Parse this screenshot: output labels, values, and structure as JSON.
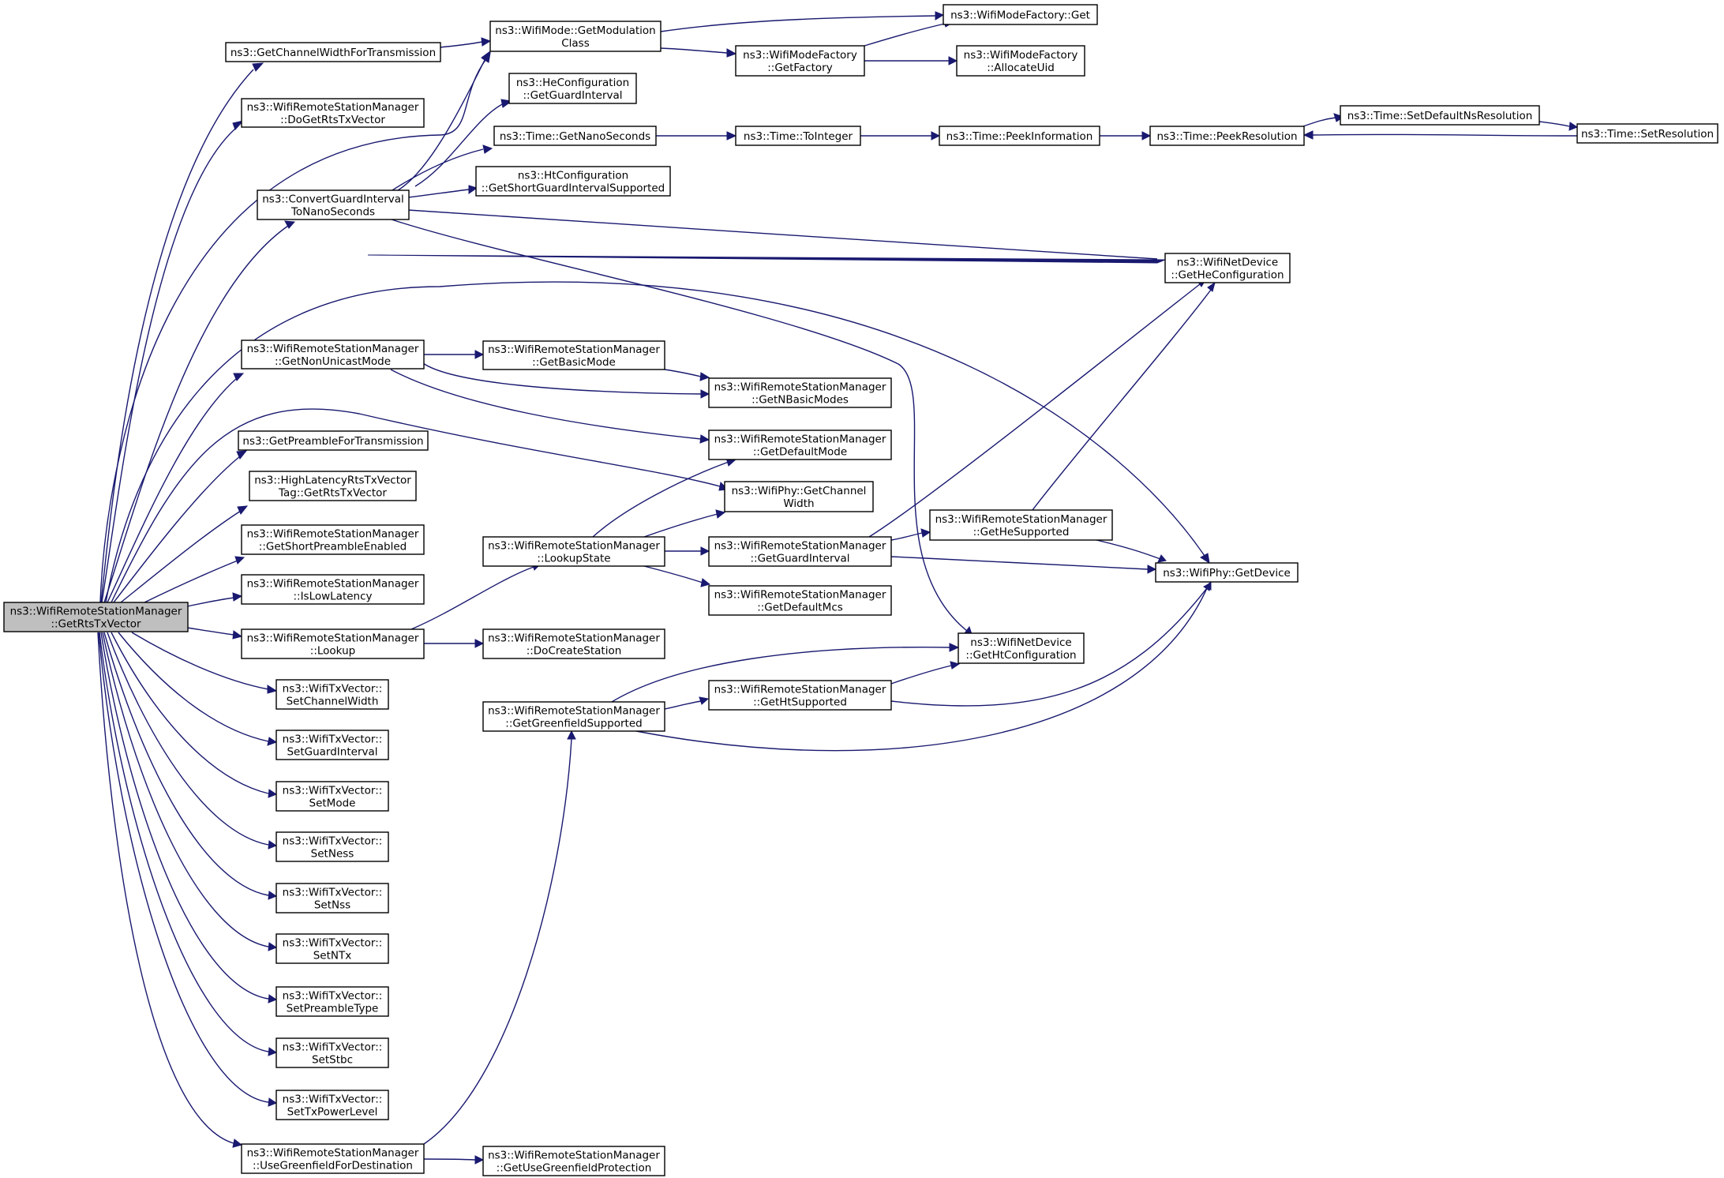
{
  "diagram": {
    "root_id": "getrtstxvector",
    "nodes": [
      {
        "id": "getrtstxvector",
        "lines": [
          "ns3::WifiRemoteStationManager",
          "::GetRtsTxVector"
        ]
      },
      {
        "id": "getchannelwidthfortransmission",
        "lines": [
          "ns3::GetChannelWidthForTransmission"
        ]
      },
      {
        "id": "dogetrtstxvector",
        "lines": [
          "ns3::WifiRemoteStationManager",
          "::DoGetRtsTxVector"
        ]
      },
      {
        "id": "convertguardintervaltonanoseconds",
        "lines": [
          "ns3::ConvertGuardInterval",
          "ToNanoSeconds"
        ]
      },
      {
        "id": "getnonunicastmode",
        "lines": [
          "ns3::WifiRemoteStationManager",
          "::GetNonUnicastMode"
        ]
      },
      {
        "id": "getpreamblefortransmission",
        "lines": [
          "ns3::GetPreambleForTransmission"
        ]
      },
      {
        "id": "highlatencyrtstxvectortag-getrtstxvector",
        "lines": [
          "ns3::HighLatencyRtsTxVector",
          "Tag::GetRtsTxVector"
        ]
      },
      {
        "id": "getshortpreambleenabled",
        "lines": [
          "ns3::WifiRemoteStationManager",
          "::GetShortPreambleEnabled"
        ]
      },
      {
        "id": "islowlatency",
        "lines": [
          "ns3::WifiRemoteStationManager",
          "::IsLowLatency"
        ]
      },
      {
        "id": "lookup",
        "lines": [
          "ns3::WifiRemoteStationManager",
          "::Lookup"
        ]
      },
      {
        "id": "setchannelwidth",
        "lines": [
          "ns3::WifiTxVector::",
          "SetChannelWidth"
        ]
      },
      {
        "id": "setguardinterval",
        "lines": [
          "ns3::WifiTxVector::",
          "SetGuardInterval"
        ]
      },
      {
        "id": "setmode",
        "lines": [
          "ns3::WifiTxVector::",
          "SetMode"
        ]
      },
      {
        "id": "setness",
        "lines": [
          "ns3::WifiTxVector::",
          "SetNess"
        ]
      },
      {
        "id": "setnss",
        "lines": [
          "ns3::WifiTxVector::",
          "SetNss"
        ]
      },
      {
        "id": "setntx",
        "lines": [
          "ns3::WifiTxVector::",
          "SetNTx"
        ]
      },
      {
        "id": "setpreambletype",
        "lines": [
          "ns3::WifiTxVector::",
          "SetPreambleType"
        ]
      },
      {
        "id": "setstbc",
        "lines": [
          "ns3::WifiTxVector::",
          "SetStbc"
        ]
      },
      {
        "id": "settxpowerlevel",
        "lines": [
          "ns3::WifiTxVector::",
          "SetTxPowerLevel"
        ]
      },
      {
        "id": "usegreenfieldfordestination",
        "lines": [
          "ns3::WifiRemoteStationManager",
          "::UseGreenfieldForDestination"
        ]
      },
      {
        "id": "getmodulationclass",
        "lines": [
          "ns3::WifiMode::GetModulation",
          "Class"
        ]
      },
      {
        "id": "heconfiguration-getguardinterval",
        "lines": [
          "ns3::HeConfiguration",
          "::GetGuardInterval"
        ]
      },
      {
        "id": "getnanoseconds",
        "lines": [
          "ns3::Time::GetNanoSeconds"
        ]
      },
      {
        "id": "getshortguardintervalsupported",
        "lines": [
          "ns3::HtConfiguration",
          "::GetShortGuardIntervalSupported"
        ]
      },
      {
        "id": "getbasicmode",
        "lines": [
          "ns3::WifiRemoteStationManager",
          "::GetBasicMode"
        ]
      },
      {
        "id": "lookupstate",
        "lines": [
          "ns3::WifiRemoteStationManager",
          "::LookupState"
        ]
      },
      {
        "id": "docreatestation",
        "lines": [
          "ns3::WifiRemoteStationManager",
          "::DoCreateStation"
        ]
      },
      {
        "id": "getgreenfieldsupported",
        "lines": [
          "ns3::WifiRemoteStationManager",
          "::GetGreenfieldSupported"
        ]
      },
      {
        "id": "getusegreenfieldprotection",
        "lines": [
          "ns3::WifiRemoteStationManager",
          "::GetUseGreenfieldProtection"
        ]
      },
      {
        "id": "wifimodefactory-getfactory",
        "lines": [
          "ns3::WifiModeFactory",
          "::GetFactory"
        ]
      },
      {
        "id": "time-tointeger",
        "lines": [
          "ns3::Time::ToInteger"
        ]
      },
      {
        "id": "getnbasicmodes",
        "lines": [
          "ns3::WifiRemoteStationManager",
          "::GetNBasicModes"
        ]
      },
      {
        "id": "getdefaultmode",
        "lines": [
          "ns3::WifiRemoteStationManager",
          "::GetDefaultMode"
        ]
      },
      {
        "id": "wifiphy-getchannelwidth",
        "lines": [
          "ns3::WifiPhy::GetChannel",
          "Width"
        ]
      },
      {
        "id": "wrsm-getguardinterval",
        "lines": [
          "ns3::WifiRemoteStationManager",
          "::GetGuardInterval"
        ]
      },
      {
        "id": "getdefaultmcs",
        "lines": [
          "ns3::WifiRemoteStationManager",
          "::GetDefaultMcs"
        ]
      },
      {
        "id": "gethtsupported",
        "lines": [
          "ns3::WifiRemoteStationManager",
          "::GetHtSupported"
        ]
      },
      {
        "id": "wifimodefactory-get",
        "lines": [
          "ns3::WifiModeFactory::Get"
        ]
      },
      {
        "id": "wifimodefactory-allocateuid",
        "lines": [
          "ns3::WifiModeFactory",
          "::AllocateUid"
        ]
      },
      {
        "id": "time-peekinformation",
        "lines": [
          "ns3::Time::PeekInformation"
        ]
      },
      {
        "id": "gethesupported",
        "lines": [
          "ns3::WifiRemoteStationManager",
          "::GetHeSupported"
        ]
      },
      {
        "id": "gethtconfiguration",
        "lines": [
          "ns3::WifiNetDevice",
          "::GetHtConfiguration"
        ]
      },
      {
        "id": "time-peekresolution",
        "lines": [
          "ns3::Time::PeekResolution"
        ]
      },
      {
        "id": "getheconfiguration",
        "lines": [
          "ns3::WifiNetDevice",
          "::GetHeConfiguration"
        ]
      },
      {
        "id": "wifiphy-getdevice",
        "lines": [
          "ns3::WifiPhy::GetDevice"
        ]
      },
      {
        "id": "time-setdefaultnsresolution",
        "lines": [
          "ns3::Time::SetDefaultNsResolution"
        ]
      },
      {
        "id": "time-setresolution",
        "lines": [
          "ns3::Time::SetResolution"
        ]
      }
    ],
    "edges": [
      {
        "from": "getrtstxvector",
        "to": "getchannelwidthfortransmission"
      },
      {
        "from": "getrtstxvector",
        "to": "dogetrtstxvector"
      },
      {
        "from": "getrtstxvector",
        "to": "convertguardintervaltonanoseconds"
      },
      {
        "from": "getrtstxvector",
        "to": "getnonunicastmode"
      },
      {
        "from": "getrtstxvector",
        "to": "getpreamblefortransmission"
      },
      {
        "from": "getrtstxvector",
        "to": "highlatencyrtstxvectortag-getrtstxvector"
      },
      {
        "from": "getrtstxvector",
        "to": "getshortpreambleenabled"
      },
      {
        "from": "getrtstxvector",
        "to": "islowlatency"
      },
      {
        "from": "getrtstxvector",
        "to": "lookup"
      },
      {
        "from": "getrtstxvector",
        "to": "setchannelwidth"
      },
      {
        "from": "getrtstxvector",
        "to": "setguardinterval"
      },
      {
        "from": "getrtstxvector",
        "to": "setmode"
      },
      {
        "from": "getrtstxvector",
        "to": "setness"
      },
      {
        "from": "getrtstxvector",
        "to": "setnss"
      },
      {
        "from": "getrtstxvector",
        "to": "setntx"
      },
      {
        "from": "getrtstxvector",
        "to": "setpreambletype"
      },
      {
        "from": "getrtstxvector",
        "to": "setstbc"
      },
      {
        "from": "getrtstxvector",
        "to": "settxpowerlevel"
      },
      {
        "from": "getrtstxvector",
        "to": "usegreenfieldfordestination"
      },
      {
        "from": "getrtstxvector",
        "to": "getmodulationclass"
      },
      {
        "from": "getrtstxvector",
        "to": "wifiphy-getdevice"
      },
      {
        "from": "getrtstxvector",
        "to": "wifiphy-getchannelwidth"
      },
      {
        "from": "getchannelwidthfortransmission",
        "to": "getmodulationclass"
      },
      {
        "from": "convertguardintervaltonanoseconds",
        "to": "getmodulationclass"
      },
      {
        "from": "convertguardintervaltonanoseconds",
        "to": "heconfiguration-getguardinterval"
      },
      {
        "from": "convertguardintervaltonanoseconds",
        "to": "getnanoseconds"
      },
      {
        "from": "convertguardintervaltonanoseconds",
        "to": "getshortguardintervalsupported"
      },
      {
        "from": "convertguardintervaltonanoseconds",
        "to": "getheconfiguration"
      },
      {
        "from": "convertguardintervaltonanoseconds",
        "to": "gethtconfiguration"
      },
      {
        "from": "getnonunicastmode",
        "to": "getbasicmode"
      },
      {
        "from": "getnonunicastmode",
        "to": "getnbasicmodes"
      },
      {
        "from": "getnonunicastmode",
        "to": "getdefaultmode"
      },
      {
        "from": "lookup",
        "to": "lookupstate"
      },
      {
        "from": "lookup",
        "to": "docreatestation"
      },
      {
        "from": "usegreenfieldfordestination",
        "to": "getgreenfieldsupported"
      },
      {
        "from": "usegreenfieldfordestination",
        "to": "getusegreenfieldprotection"
      },
      {
        "from": "getmodulationclass",
        "to": "wifimodefactory-get"
      },
      {
        "from": "getmodulationclass",
        "to": "wifimodefactory-getfactory"
      },
      {
        "from": "wifimodefactory-getfactory",
        "to": "wifimodefactory-get"
      },
      {
        "from": "wifimodefactory-getfactory",
        "to": "wifimodefactory-allocateuid"
      },
      {
        "from": "getnanoseconds",
        "to": "time-tointeger"
      },
      {
        "from": "time-tointeger",
        "to": "time-peekinformation"
      },
      {
        "from": "time-peekinformation",
        "to": "time-peekresolution"
      },
      {
        "from": "time-peekresolution",
        "to": "time-setdefaultnsresolution"
      },
      {
        "from": "time-setdefaultnsresolution",
        "to": "time-setresolution"
      },
      {
        "from": "time-setresolution",
        "to": "time-peekresolution"
      },
      {
        "from": "getbasicmode",
        "to": "getnbasicmodes"
      },
      {
        "from": "lookupstate",
        "to": "getdefaultmode"
      },
      {
        "from": "lookupstate",
        "to": "wifiphy-getchannelwidth"
      },
      {
        "from": "lookupstate",
        "to": "wrsm-getguardinterval"
      },
      {
        "from": "lookupstate",
        "to": "getdefaultmcs"
      },
      {
        "from": "wrsm-getguardinterval",
        "to": "getheconfiguration"
      },
      {
        "from": "wrsm-getguardinterval",
        "to": "gethesupported"
      },
      {
        "from": "wrsm-getguardinterval",
        "to": "wifiphy-getdevice"
      },
      {
        "from": "gethesupported",
        "to": "getheconfiguration"
      },
      {
        "from": "gethesupported",
        "to": "wifiphy-getdevice"
      },
      {
        "from": "getgreenfieldsupported",
        "to": "gethtconfiguration"
      },
      {
        "from": "getgreenfieldsupported",
        "to": "gethtsupported"
      },
      {
        "from": "getgreenfieldsupported",
        "to": "wifiphy-getdevice"
      },
      {
        "from": "gethtsupported",
        "to": "gethtconfiguration"
      },
      {
        "from": "gethtsupported",
        "to": "wifiphy-getdevice"
      }
    ]
  },
  "colors": {
    "edge": "#191970",
    "node_border": "#000000",
    "node_fill": "#ffffff",
    "root_fill": "#bfbfbf",
    "text": "#000000"
  }
}
